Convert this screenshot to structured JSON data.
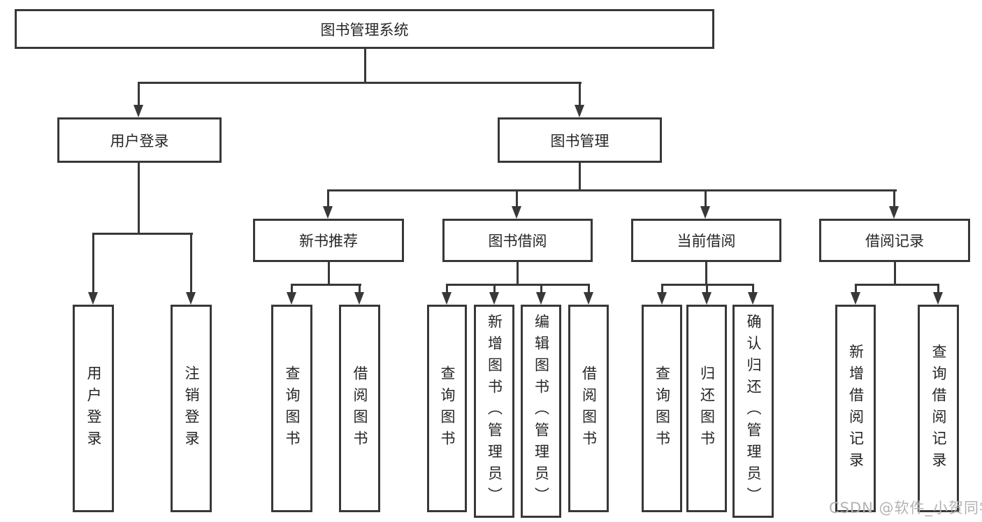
{
  "diagram": {
    "root": {
      "label": "图书管理系统"
    },
    "level2": {
      "user_login": {
        "label": "用户登录"
      },
      "book_management": {
        "label": "图书管理"
      }
    },
    "level3": {
      "new_book_rec": {
        "label": "新书推荐"
      },
      "book_borrow": {
        "label": "图书借阅"
      },
      "current_borrow": {
        "label": "当前借阅"
      },
      "borrow_records": {
        "label": "借阅记录"
      }
    },
    "leaves": {
      "user_login_children": [
        "用户登录",
        "注销登录"
      ],
      "new_book_rec_children": [
        "查询图书",
        "借阅图书"
      ],
      "book_borrow_children": [
        "查询图书",
        "新增图书（管理员）",
        "编辑图书（管理员）",
        "借阅图书"
      ],
      "current_borrow_children": [
        "查询图书",
        "归还图书",
        "确认归还（管理员）"
      ],
      "borrow_records_children": [
        "新增借阅记录",
        "查询借阅记录"
      ]
    }
  },
  "watermark": {
    "text": "CSDN @软件_小贺同学"
  },
  "colors": {
    "line": "#383838",
    "text": "#262626",
    "watermark": "#b3b3b3",
    "background": "#ffffff"
  }
}
